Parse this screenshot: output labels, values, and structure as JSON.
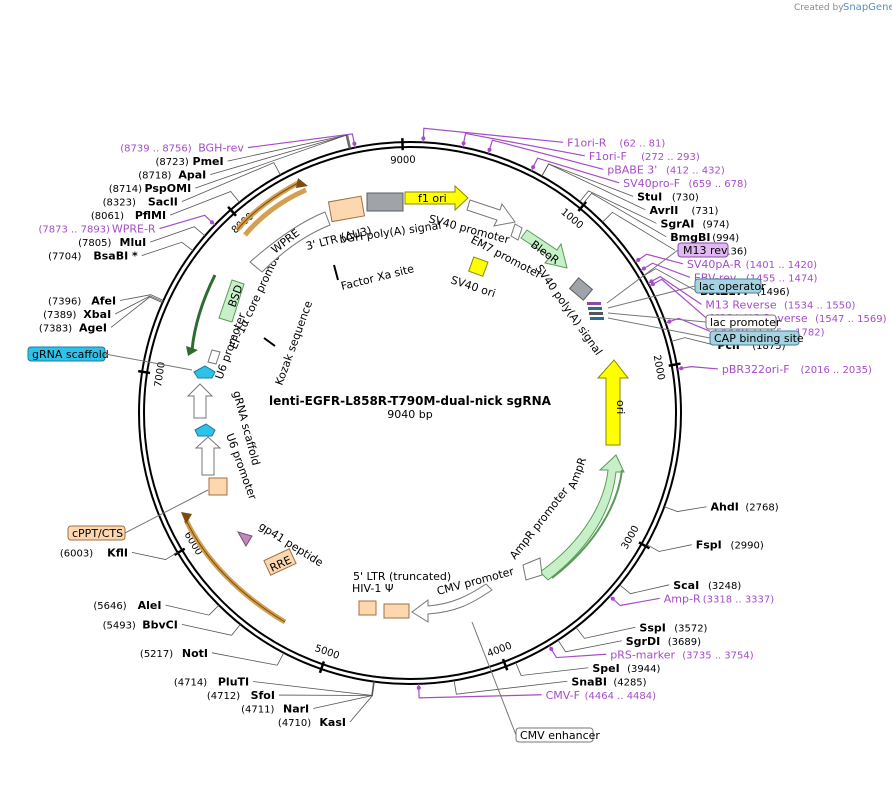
{
  "brand": {
    "created_by": "Created by",
    "name": "SnapGene"
  },
  "plasmid": {
    "name": "lenti-EGFR-L858R-T790M-dual-nick sgRNA",
    "size_label": "9040 bp",
    "length": 9040
  },
  "ticks": [
    {
      "bp": 1000,
      "label": "1000"
    },
    {
      "bp": 2000,
      "label": "2000"
    },
    {
      "bp": 3000,
      "label": "3000"
    },
    {
      "bp": 4000,
      "label": "4000"
    },
    {
      "bp": 5000,
      "label": "5000"
    },
    {
      "bp": 6000,
      "label": "6000"
    },
    {
      "bp": 7000,
      "label": "7000"
    },
    {
      "bp": 8000,
      "label": "8000"
    },
    {
      "bp": 9000,
      "label": "9000"
    }
  ],
  "enzymes": [
    {
      "name": "StuI",
      "pos": "(730)",
      "bp": 730,
      "side": "right"
    },
    {
      "name": "AvrII",
      "pos": "(731)",
      "bp": 731,
      "side": "right"
    },
    {
      "name": "SgrAI",
      "pos": "(974)",
      "bp": 974,
      "side": "right"
    },
    {
      "name": "BmgBI",
      "pos": "(994)",
      "bp": 994,
      "side": "right"
    },
    {
      "name": "FseI",
      "pos": "(1136)",
      "bp": 1136,
      "side": "right"
    },
    {
      "name": "BstZ17I",
      "pos": "(1496)",
      "bp": 1496,
      "side": "right"
    },
    {
      "name": "PciI",
      "pos": "(1875)",
      "bp": 1875,
      "side": "right"
    },
    {
      "name": "AhdI",
      "pos": "(2768)",
      "bp": 2768,
      "side": "right"
    },
    {
      "name": "FspI",
      "pos": "(2990)",
      "bp": 2990,
      "side": "right"
    },
    {
      "name": "ScaI",
      "pos": "(3248)",
      "bp": 3248,
      "side": "right"
    },
    {
      "name": "SspI",
      "pos": "(3572)",
      "bp": 3572,
      "side": "right"
    },
    {
      "name": "SgrDI",
      "pos": "(3689)",
      "bp": 3689,
      "side": "right"
    },
    {
      "name": "SpeI",
      "pos": "(3944)",
      "bp": 3944,
      "side": "right"
    },
    {
      "name": "SnaBI",
      "pos": "(4285)",
      "bp": 4285,
      "side": "right"
    },
    {
      "name": "KasI",
      "pos": "(4710)",
      "bp": 4710,
      "side": "left"
    },
    {
      "name": "NarI",
      "pos": "(4711)",
      "bp": 4711,
      "side": "left"
    },
    {
      "name": "SfoI",
      "pos": "(4712)",
      "bp": 4712,
      "side": "left"
    },
    {
      "name": "PluTI",
      "pos": "(4714)",
      "bp": 4714,
      "side": "left"
    },
    {
      "name": "NotI",
      "pos": "(5217)",
      "bp": 5217,
      "side": "left"
    },
    {
      "name": "BbvCI",
      "pos": "(5493)",
      "bp": 5493,
      "side": "left"
    },
    {
      "name": "AleI",
      "pos": "(5646)",
      "bp": 5646,
      "side": "left"
    },
    {
      "name": "KflI",
      "pos": "(6003)",
      "bp": 6003,
      "side": "left"
    },
    {
      "name": "AgeI",
      "pos": "(7383)",
      "bp": 7383,
      "side": "left"
    },
    {
      "name": "XbaI",
      "pos": "(7389)",
      "bp": 7389,
      "side": "left"
    },
    {
      "name": "AfeI",
      "pos": "(7396)",
      "bp": 7396,
      "side": "left"
    },
    {
      "name": "BsaBI *",
      "pos": "(7704)",
      "bp": 7704,
      "side": "left"
    },
    {
      "name": "MluI",
      "pos": "(7805)",
      "bp": 7805,
      "side": "left"
    },
    {
      "name": "PflMI",
      "pos": "(8061)",
      "bp": 8061,
      "side": "left"
    },
    {
      "name": "SacII",
      "pos": "(8323)",
      "bp": 8323,
      "side": "left"
    },
    {
      "name": "PspOMI",
      "pos": "(8714)",
      "bp": 8714,
      "side": "left"
    },
    {
      "name": "ApaI",
      "pos": "(8718)",
      "bp": 8718,
      "side": "left"
    },
    {
      "name": "PmeI",
      "pos": "(8723)",
      "bp": 8723,
      "side": "left"
    }
  ],
  "primers": [
    {
      "name": "F1ori-R",
      "pos": "(62 .. 81)",
      "bp": 70,
      "side": "right"
    },
    {
      "name": "F1ori-F",
      "pos": "(272 .. 293)",
      "bp": 282,
      "side": "right"
    },
    {
      "name": "pBABE 3'",
      "pos": "(412 .. 432)",
      "bp": 422,
      "side": "right"
    },
    {
      "name": "SV40pro-F",
      "pos": "(659 .. 678)",
      "bp": 668,
      "side": "right"
    },
    {
      "name": "SV40pA-R",
      "pos": "(1401 .. 1420)",
      "bp": 1410,
      "side": "right"
    },
    {
      "name": "EBV-rev",
      "pos": "(1455 .. 1474)",
      "bp": 1464,
      "side": "right"
    },
    {
      "name": "M13 Reverse",
      "pos": "(1534 .. 1550)",
      "bp": 1542,
      "side": "right"
    },
    {
      "name": "M13/pUC Reverse",
      "pos": "(1547 .. 1569)",
      "bp": 1558,
      "side": "right"
    },
    {
      "name": "L4440",
      "pos": "(1765 .. 1782)",
      "bp": 1773,
      "side": "right"
    },
    {
      "name": "pBR322ori-F",
      "pos": "(2016 .. 2035)",
      "bp": 2025,
      "side": "right"
    },
    {
      "name": "Amp-R",
      "pos": "(3318 .. 3337)",
      "bp": 3327,
      "side": "right"
    },
    {
      "name": "pRS-marker",
      "pos": "(3735 .. 3754)",
      "bp": 3744,
      "side": "right"
    },
    {
      "name": "CMV-F",
      "pos": "(4464 .. 4484)",
      "bp": 4474,
      "side": "right"
    },
    {
      "name": "WPRE-R",
      "pos": "(7873 .. 7893)",
      "bp": 7883,
      "side": "left"
    },
    {
      "name": "BGH-rev",
      "pos": "(8739 .. 8756)",
      "bp": 8747,
      "side": "left"
    }
  ],
  "boxed_features": [
    {
      "name": "M13 rev",
      "fill": "#e0b8f2",
      "stroke": "#8a4aa8",
      "bp": 1540
    },
    {
      "name": "lac operator",
      "fill": "#a6d3e2",
      "stroke": "#4a7d90",
      "bp": 1580
    },
    {
      "name": "lac promoter",
      "fill": "#ffffff",
      "stroke": "#777777",
      "bp": 1610
    },
    {
      "name": "CAP binding site",
      "fill": "#a6d3e2",
      "stroke": "#4a7d90",
      "bp": 1650
    },
    {
      "name": "gRNA scaffold",
      "fill": "#2ec2ea",
      "stroke": "#1a7d99",
      "bp": 7130
    },
    {
      "name": "cPPT/CTS",
      "fill": "#fcd7b0",
      "stroke": "#a07040",
      "bp": 6260
    },
    {
      "name": "CMV enhancer",
      "fill": "#ffffff",
      "stroke": "#777777",
      "bp": 4000
    }
  ],
  "features": [
    {
      "name": "f1 ori",
      "fill": "#ffff00",
      "stroke": "#888800"
    },
    {
      "name": "SV40 promoter",
      "fill": "#ffffff",
      "stroke": "#777777"
    },
    {
      "name": "BleoR",
      "fill": "#c8f0c8",
      "stroke": "#5a9a5a"
    },
    {
      "name": "EM7 promoter",
      "fill": "#ffffff",
      "stroke": "#777777"
    },
    {
      "name": "SV40 poly(A) signal",
      "fill": "#a0a4a8",
      "stroke": "#5a5e62"
    },
    {
      "name": "ori",
      "fill": "#ffff00",
      "stroke": "#888800"
    },
    {
      "name": "AmpR",
      "fill": "#c8f0c8",
      "stroke": "#5a9a5a"
    },
    {
      "name": "AmpR promoter",
      "fill": "#ffffff",
      "stroke": "#777777"
    },
    {
      "name": "CMV promoter",
      "fill": "#ffffff",
      "stroke": "#777777"
    },
    {
      "name": "5' LTR (truncated)",
      "fill": "#fcd7b0",
      "stroke": "#a07040"
    },
    {
      "name": "HIV-1 Ψ",
      "fill": "#fcd7b0",
      "stroke": "#a07040"
    },
    {
      "name": "RRE",
      "fill": "#fcd7b0",
      "stroke": "#a07040"
    },
    {
      "name": "gp41 peptide",
      "fill": "#c089b8",
      "stroke": "#7a4a74"
    },
    {
      "name": "U6 promoter",
      "fill": "#ffffff",
      "stroke": "#777777"
    },
    {
      "name": "gRNA scaffold",
      "fill": "#2ec2ea",
      "stroke": "#1a7d99"
    },
    {
      "name": "EF-1α core promoter",
      "fill": "#ffffff",
      "stroke": "#777777"
    },
    {
      "name": "BSD",
      "fill": "#c8f0c8",
      "stroke": "#5a9a5a"
    },
    {
      "name": "WPRE",
      "fill": "#ffffff",
      "stroke": "#777777"
    },
    {
      "name": "3' LTR (ΔU3)",
      "fill": "#fcd7b0",
      "stroke": "#a07040"
    },
    {
      "name": "bGH poly(A) signal",
      "fill": "#a0a4a8",
      "stroke": "#5a5e62"
    },
    {
      "name": "Factor Xa site",
      "fill": "#ffffff",
      "stroke": "#000000"
    },
    {
      "name": "Kozak sequence",
      "fill": "#ffffff",
      "stroke": "#000000"
    },
    {
      "name": "SV40 ori",
      "fill": "#ffff00",
      "stroke": "#888800"
    }
  ],
  "colors": {
    "enzyme": "#000000",
    "primer": "#a64cc8",
    "backbone": "#000000",
    "orf_line": "#a0522d"
  }
}
